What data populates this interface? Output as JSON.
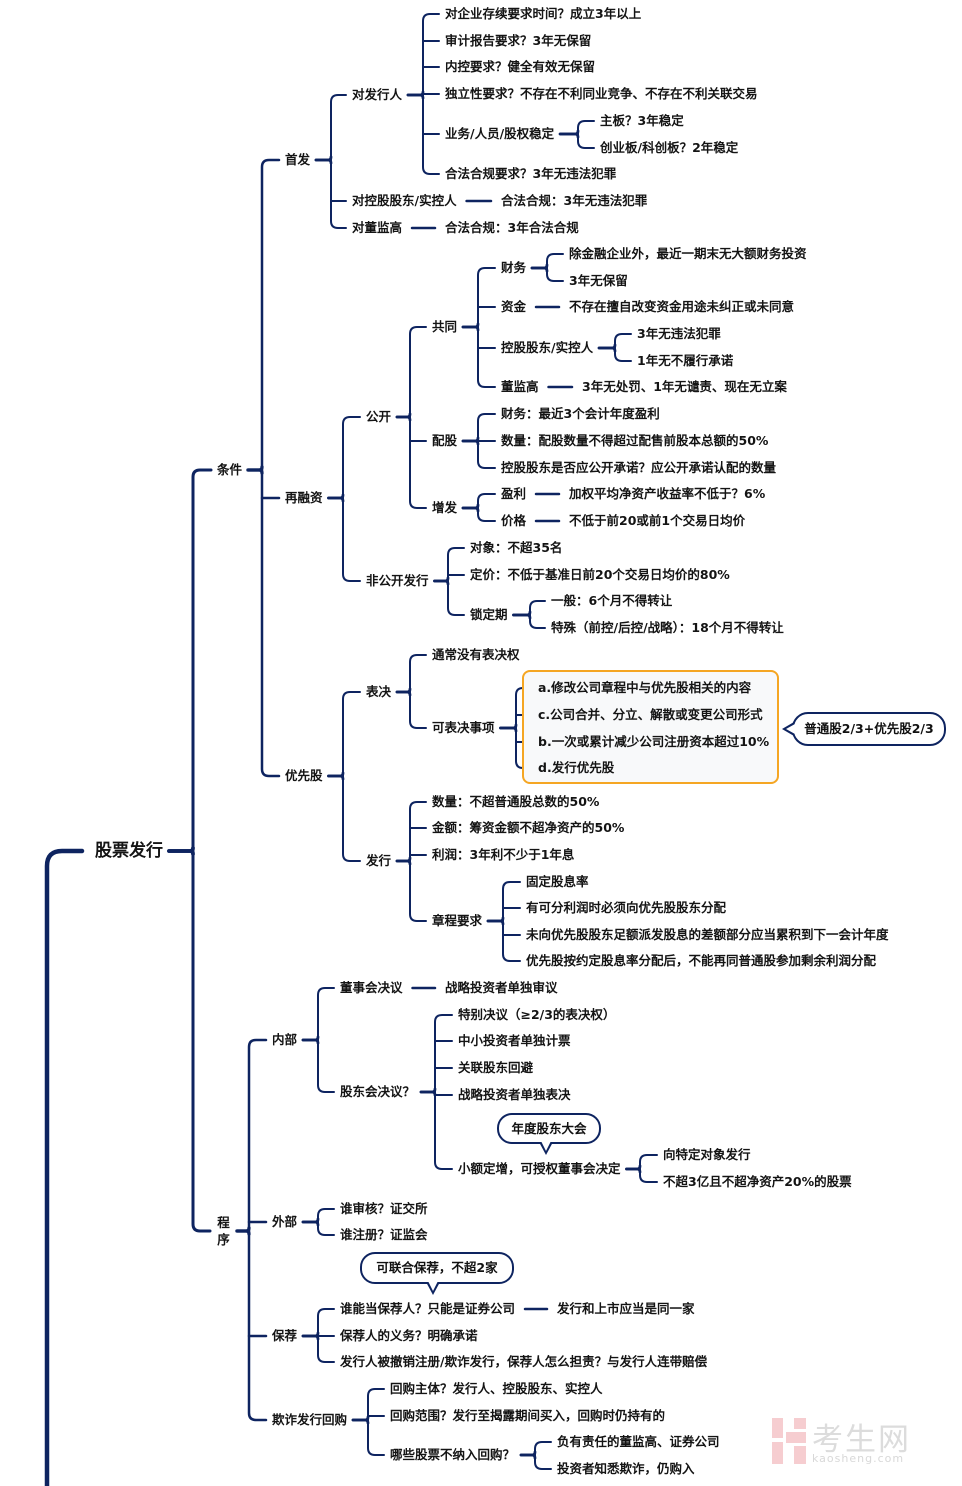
{
  "mindmap": {
    "root": "股票发行",
    "conditions": {
      "label": "条件",
      "ipo": {
        "label": "首发",
        "issuer": {
          "label": "对发行人",
          "items": [
            "对企业存续要求时间？成立3年以上",
            "审计报告要求？3年无保留",
            "内控要求？健全有效无保留",
            "独立性要求？不存在不利同业竞争、不存在不利关联交易",
            "业务/人员/股权稳定",
            "合法合规要求？3年无违法犯罪"
          ],
          "stability": [
            "主板？3年稳定",
            "创业板/科创板？2年稳定"
          ]
        },
        "controller": {
          "label": "对控股股东/实控人",
          "item": "合法合规：3年无违法犯罪"
        },
        "directors": {
          "label": "对董监高",
          "item": "合法合规：3年合法合规"
        }
      },
      "refinancing": {
        "label": "再融资",
        "public": {
          "label": "公开",
          "common": {
            "label": "共同",
            "finance": {
              "label": "财务",
              "items": [
                "除金融企业外，最近一期末无大额财务投资",
                "3年无保留"
              ]
            },
            "funds": {
              "label": "资金",
              "item": "不存在擅自改变资金用途未纠正或未同意"
            },
            "controller": {
              "label": "控股股东/实控人",
              "items": [
                "3年无违法犯罪",
                "1年无不履行承诺"
              ]
            },
            "directors": {
              "label": "董监高",
              "item": "3年无处罚、1年无谴责、现在无立案"
            }
          },
          "rights": {
            "label": "配股",
            "items": [
              "财务：最近3个会计年度盈利",
              "数量：配股数量不得超过配售前股本总额的50%",
              "控股股东是否应公开承诺？应公开承诺认配的数量"
            ]
          },
          "additional": {
            "label": "增发",
            "profit": {
              "label": "盈利",
              "item": "加权平均净资产收益率不低于？6%"
            },
            "price": {
              "label": "价格",
              "item": "不低于前20或前1个交易日均价"
            }
          }
        },
        "private": {
          "label": "非公开发行",
          "items": [
            "对象：不超35名",
            "定价：不低于基准日前20个交易日均价的80%"
          ],
          "lockup": {
            "label": "锁定期",
            "items": [
              "一般：6个月不得转让",
              "特殊（前控/后控/战略）：18个月不得转让"
            ]
          }
        }
      },
      "preferred": {
        "label": "优先股",
        "voting": {
          "label": "表决",
          "none": "通常没有表决权",
          "matters": {
            "label": "可表决事项",
            "items": [
              "a.修改公司章程中与优先股相关的内容",
              "c.公司合并、分立、解散或变更公司形式",
              "b.一次或累计减少公司注册资本超过10%",
              "d.发行优先股"
            ],
            "threshold": "普通股2/3+优先股2/3"
          }
        },
        "issuance": {
          "label": "发行",
          "items": [
            "数量：不超普通股总数的50%",
            "金额：筹资金额不超净资产的50%",
            "利润：3年利不少于1年息"
          ],
          "charter": {
            "label": "章程要求",
            "items": [
              "固定股息率",
              "有可分利润时必须向优先股股东分配",
              "未向优先股股东足额派发股息的差额部分应当累积到下一会计年度",
              "优先股按约定股息率分配后，不能再同普通股参加剩余利润分配"
            ]
          }
        }
      }
    },
    "procedure": {
      "label": "程序",
      "internal": {
        "label": "内部",
        "board": {
          "label": "董事会决议",
          "item": "战略投资者单独审议"
        },
        "shareholders": {
          "label": "股东会决议？",
          "items": [
            "特别决议（≥2/3的表决权）",
            "中小投资者单独计票",
            "关联股东回避",
            "战略投资者单独表决"
          ],
          "small": {
            "label": "小额定增，可授权董事会决定",
            "note": "年度股东大会",
            "items": [
              "向特定对象发行",
              "不超3亿且不超净资产20%的股票"
            ]
          }
        }
      },
      "external": {
        "label": "外部",
        "items": [
          "谁审核？证交所",
          "谁注册？证监会"
        ]
      },
      "sponsor": {
        "label": "保荐",
        "note": "可联合保荐，不超2家",
        "items": [
          "谁能当保荐人？只能是证券公司",
          "保荐人的义务？明确承诺",
          "发行人被撤销注册/欺诈发行，保荐人怎么担责？与发行人连带赔偿"
        ],
        "same_firm": "发行和上市应当是同一家"
      },
      "buyback": {
        "label": "欺诈发行回购",
        "items": [
          "回购主体？发行人、控股股东、实控人",
          "回购范围？发行至揭露期间买入，回购时仍持有的"
        ],
        "excluded": {
          "label": "哪些股票不纳入回购？",
          "items": [
            "负有责任的董监高、证券公司",
            "投资者知悉欺诈，仍购入"
          ]
        }
      }
    }
  },
  "watermark": {
    "brand": "考生网",
    "url": "kaosheng.com",
    "logo_icon": "kaosheng-logo-icon"
  },
  "colors": {
    "line": "#0e2460",
    "text": "#141414",
    "highlight_border": "#f5a623",
    "highlight_fill": "#f8f9fa",
    "watermark_logo": "#f6c8cc"
  }
}
